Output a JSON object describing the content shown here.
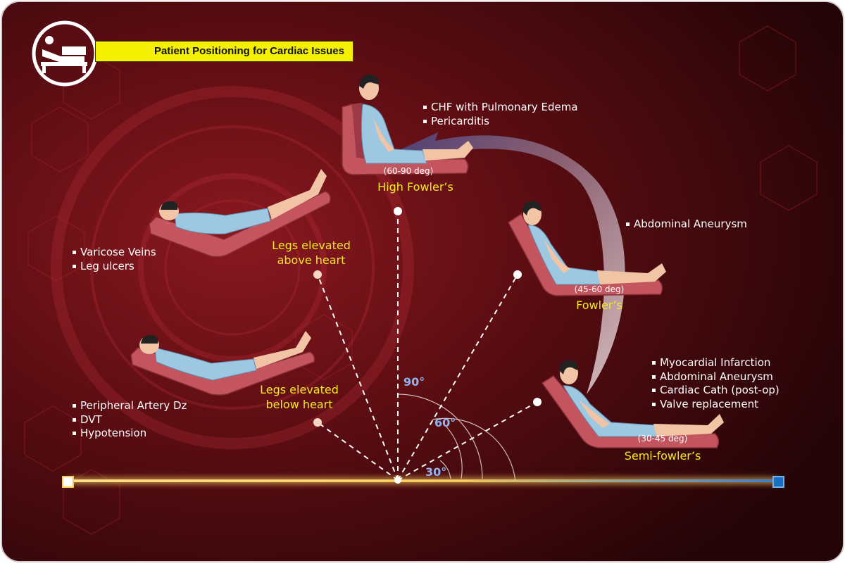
{
  "title": "Patient Positioning for Cardiac Issues",
  "icons": {
    "header": "hospital-bed-icon"
  },
  "colors": {
    "background": "#5a0d12",
    "title_bg": "#f5f000",
    "position_label": "#f2ea1e",
    "angle_label": "#8fb4f0",
    "bed": "#c4555f",
    "gown": "#9ec8e2",
    "baseline": "#f4c95d",
    "baseline_end": "#1a6fc4"
  },
  "positions": {
    "high_fowlers": {
      "name": "High Fowler’s",
      "range": "(60-90 deg)",
      "conditions": [
        "CHF with Pulmonary Edema",
        "Pericarditis"
      ]
    },
    "fowlers": {
      "name": "Fowler’s",
      "range": "(45-60 deg)",
      "conditions": [
        "Abdominal Aneurysm"
      ]
    },
    "semi_fowlers": {
      "name": "Semi-fowler’s",
      "range": "(30-45 deg)",
      "conditions": [
        "Myocardial Infarction",
        "Abdominal Aneurysm",
        "Cardiac Cath (post-op)",
        "Valve replacement"
      ]
    },
    "legs_above": {
      "name_line1": "Legs elevated",
      "name_line2": "above heart",
      "conditions": [
        "Varicose Veins",
        "Leg ulcers"
      ]
    },
    "legs_below": {
      "name_line1": "Legs elevated",
      "name_line2": "below heart",
      "conditions": [
        "Peripheral Artery Dz",
        "DVT",
        "Hypotension"
      ]
    }
  },
  "angles": {
    "a90": "90°",
    "a60": "60°",
    "a30": "30°"
  }
}
